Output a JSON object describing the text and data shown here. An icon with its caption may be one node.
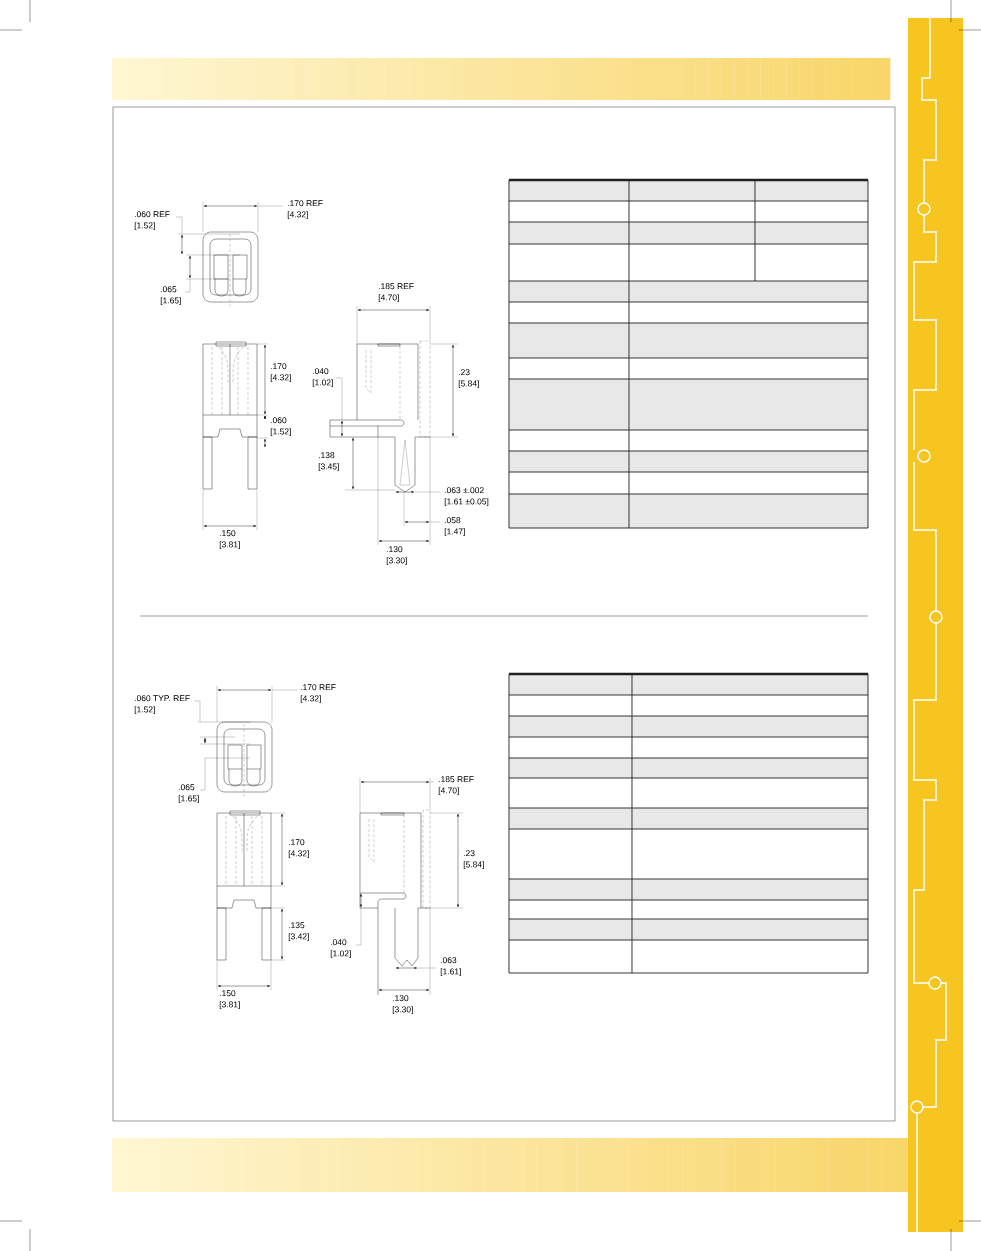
{
  "diagram": {
    "labels": [
      ".170 REF",
      "[4.32]",
      ".060 REF",
      "[1.52]",
      ".065",
      "[1.65]",
      ".185 REF",
      "[4.70]",
      ".170",
      "[4.32]",
      ".23",
      "[5.84]",
      ".040",
      "[1.02]",
      ".060",
      "[1.52]",
      ".138",
      "[3.45]",
      ".063 ±.002",
      "[1.61 ±0.05]",
      ".058",
      "[1.47]",
      ".150",
      "[3.81]",
      ".130",
      "[3.30]",
      ".060 TYP. REF",
      "[1.52]",
      ".170 REF",
      "[4.32]",
      ".065",
      "[1.65]",
      ".185 REF",
      "[4.70]",
      ".170",
      "[4.32]",
      ".23",
      "[5.84]",
      ".135",
      "[3.42]",
      ".040",
      "[1.02]",
      ".063",
      "[1.61]",
      ".150",
      "[3.81]",
      ".130",
      "[3.30]"
    ]
  }
}
